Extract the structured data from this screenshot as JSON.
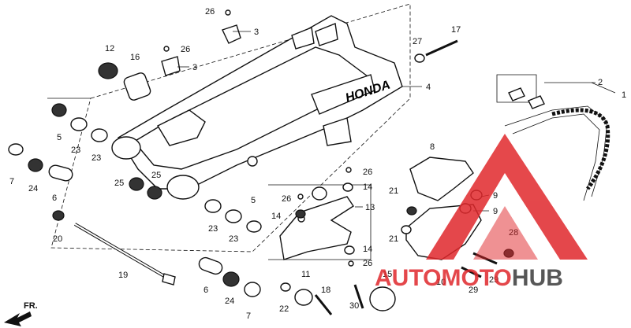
{
  "watermark": {
    "brand_a": "AUTO",
    "brand_b": "MOTO",
    "brand_c": "HUB",
    "color_red": "#e0282c",
    "color_dark": "#3a3a3a"
  },
  "direction_label": "FR.",
  "frame_text": "HONDA",
  "callouts": {
    "c1": "1",
    "c2": "2",
    "c3a": "3",
    "c3b": "3",
    "c4": "4",
    "c5a": "5",
    "c5b": "5",
    "c6a": "6",
    "c6b": "6",
    "c7a": "7",
    "c7b": "7",
    "c8": "8",
    "c9a": "9",
    "c9b": "9",
    "c10": "10",
    "c11": "11",
    "c12": "12",
    "c13": "13",
    "c14a": "14",
    "c14b": "14",
    "c14c": "14",
    "c15": "15",
    "c16": "16",
    "c17": "17",
    "c18": "18",
    "c19": "19",
    "c20": "20",
    "c21a": "21",
    "c21b": "21",
    "c22": "22",
    "c23a": "23",
    "c23b": "23",
    "c23c": "23",
    "c23d": "23",
    "c24a": "24",
    "c24b": "24",
    "c25a": "25",
    "c25b": "25",
    "c26a": "26",
    "c26b": "26",
    "c26c": "26",
    "c26d": "26",
    "c26e": "26",
    "c27": "27",
    "c28": "28",
    "c29a": "29",
    "c29b": "29",
    "c30": "30"
  }
}
